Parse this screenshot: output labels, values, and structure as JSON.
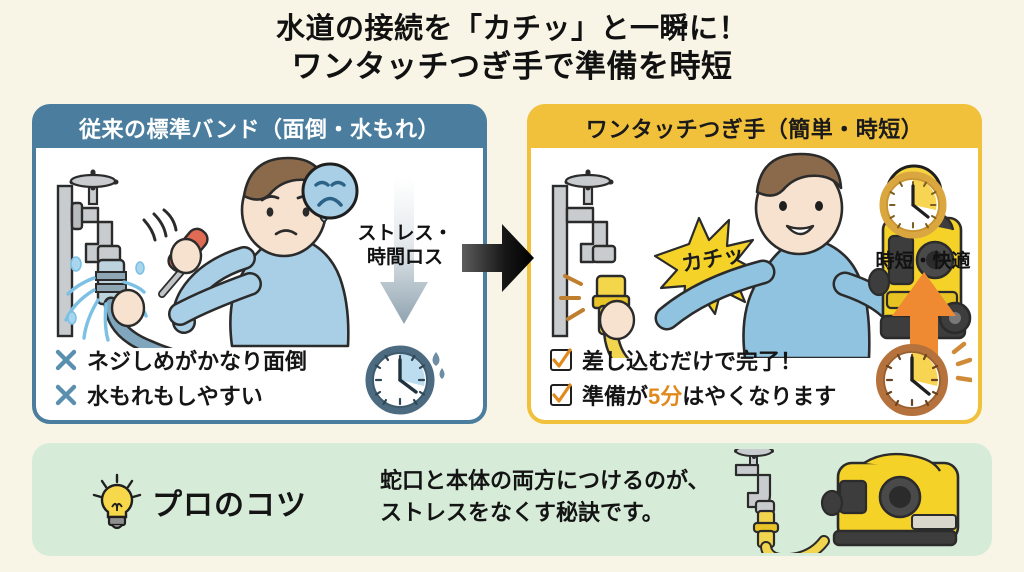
{
  "title": {
    "line1": "水道の接続を「カチッ」と一瞬に！",
    "line2": "ワンタッチつぎ手で準備を時短"
  },
  "colors": {
    "background": "#f8f5e6",
    "left_panel": "#4b7e9e",
    "right_panel": "#f2c13c",
    "tip_box": "#d6ecd9",
    "highlight": "#e08a1e",
    "water_blue": "#8fc8e8",
    "machine_yellow": "#f5d228"
  },
  "left_panel": {
    "header": "従来の標準バンド（面倒・水もれ）",
    "illustration": {
      "name": "person-tightening-hose-band-with-screwdriver",
      "face_icon": "sad-face-icon",
      "elements": [
        "faucet",
        "leaking-water",
        "screwdriver",
        "hose-band",
        "garden-hose",
        "frustrated-person"
      ]
    },
    "bullets": [
      {
        "mark": "cross",
        "text": "ネジしめがかなり面倒"
      },
      {
        "mark": "cross",
        "text": "水もれもしやすい"
      }
    ]
  },
  "right_panel": {
    "header": "ワンタッチつぎ手（簡単・時短）",
    "illustration": {
      "name": "person-attaching-one-touch-connector",
      "face_icon": "smiley-face-icon",
      "burst_label": "カチッ",
      "elements": [
        "faucet",
        "one-touch-connector",
        "yellow-hose",
        "pressure-washer",
        "happy-person"
      ]
    },
    "bullets": [
      {
        "mark": "check",
        "text_before": "差し込むだけで完了！",
        "highlight": "",
        "text_after": ""
      },
      {
        "mark": "check",
        "text_before": "準備が",
        "highlight": "5分",
        "text_after": "はやくなります"
      }
    ]
  },
  "middle": {
    "caption_line1": "ストレス・",
    "caption_line2": "時間ロス",
    "down_arrow_icon": "down-arrow-gray",
    "clock_icon": "clock-blue-with-sweat",
    "transition_arrow_icon": "right-arrow-black"
  },
  "right_callout": {
    "caption": "時短・快適",
    "up_arrow_icon": "up-arrow-orange",
    "clock_top_icon": "clock-gold",
    "clock_bottom_icon": "clock-brown-with-motion-lines"
  },
  "tip": {
    "icon": "lightbulb-icon",
    "label": "プロのコツ",
    "text_line1": "蛇口と本体の両方につけるのが、",
    "text_line2": "ストレスをなくす秘訣です。",
    "illustration": {
      "name": "faucet-with-connector-and-pressure-washer",
      "elements": [
        "faucet",
        "yellow-connector",
        "yellow-hose",
        "pressure-washer-unit"
      ]
    }
  }
}
